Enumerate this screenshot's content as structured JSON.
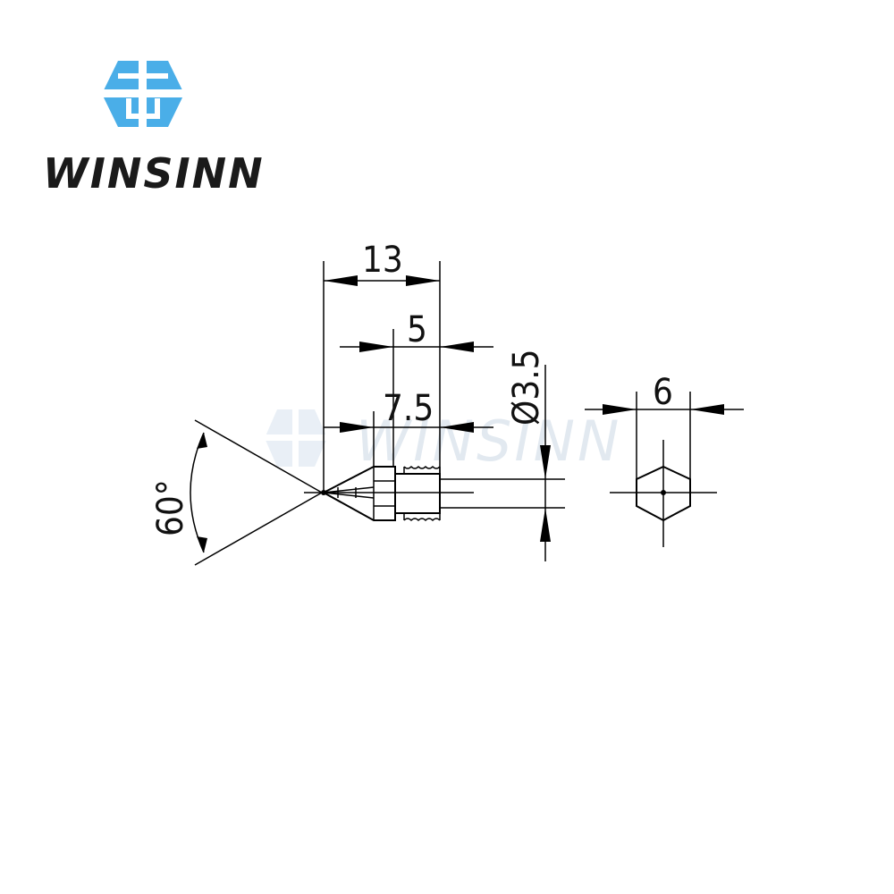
{
  "brand": {
    "name": "WINSINN",
    "logo_color": "#4aaee8",
    "watermark_color": "#dfe7ef"
  },
  "dimensions": {
    "overall_length": "13",
    "hex_length": "5",
    "thread_length": "7.5",
    "bore_diameter": "Ø3.5",
    "hex_width": "6",
    "tip_angle": "60°"
  }
}
